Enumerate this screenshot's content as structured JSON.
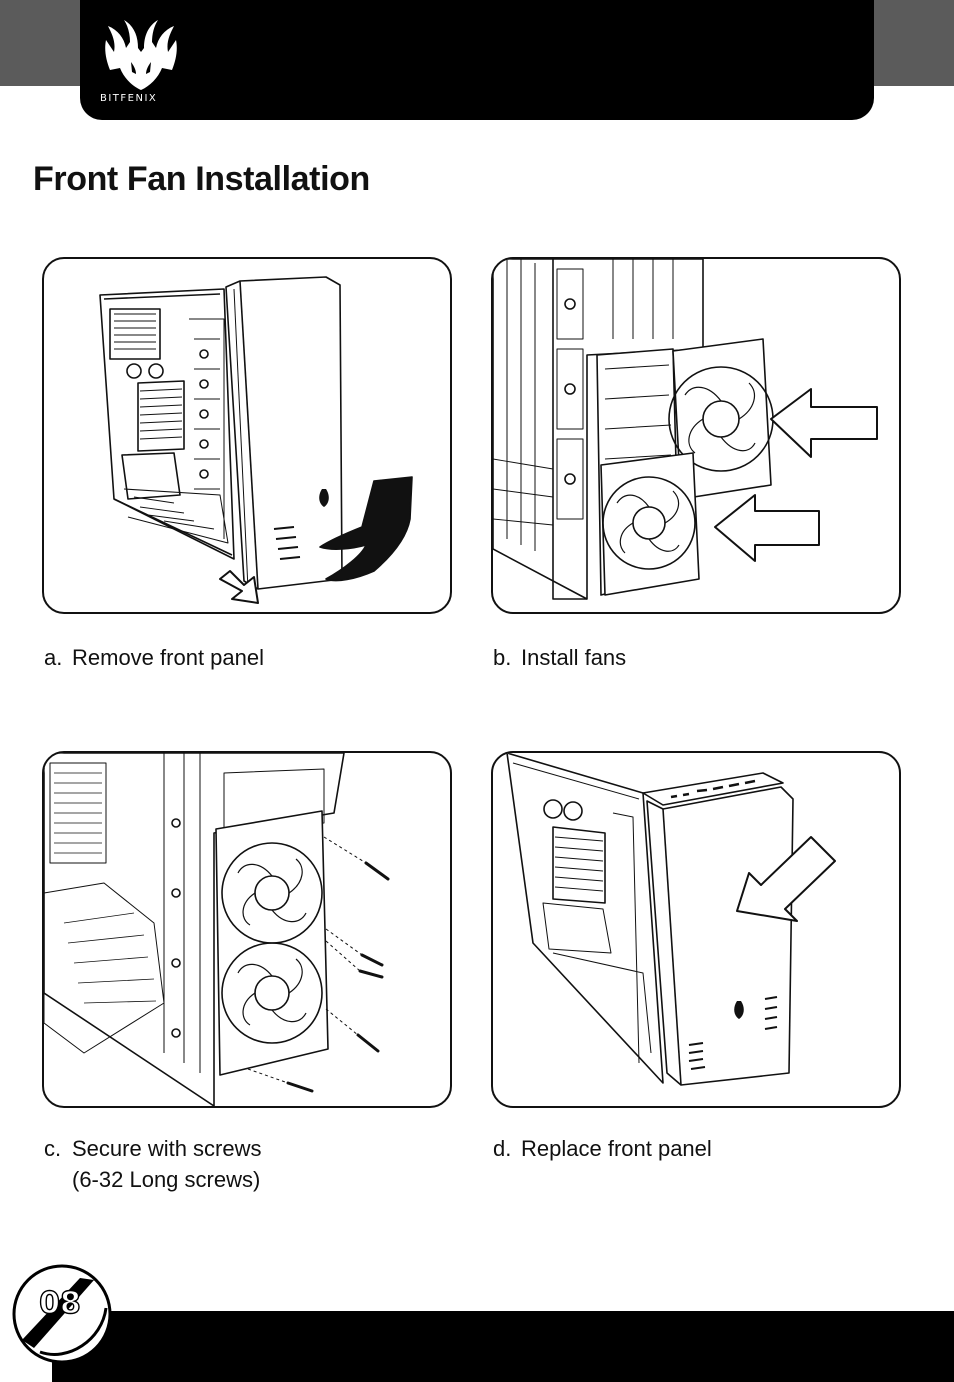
{
  "header": {
    "brand_wordmark": "BITFENIX"
  },
  "page_title": "Front Fan Installation",
  "steps": [
    {
      "mark": "a.",
      "label": "Remove front panel",
      "sub": ""
    },
    {
      "mark": "b.",
      "label": "Install fans",
      "sub": ""
    },
    {
      "mark": "c.",
      "label": "Secure with screws",
      "sub": "(6-32 Long screws)"
    },
    {
      "mark": "d.",
      "label": "Replace front panel",
      "sub": ""
    }
  ],
  "footer": {
    "page_number": "08"
  },
  "colors": {
    "header_grey": "#5b5b5b",
    "header_black": "#000000",
    "line_art": "#111111"
  },
  "icons": [
    "bitfenix-logo-icon",
    "arrow-icon",
    "fan-icon",
    "screw-icon",
    "hand-icon",
    "page-badge-icon"
  ]
}
